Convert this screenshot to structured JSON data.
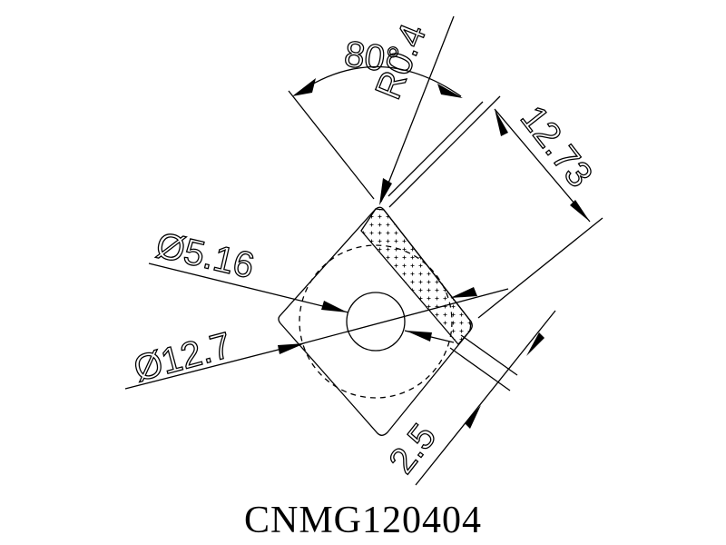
{
  "title": "CNMG120404",
  "dimensions": {
    "angle": "80°",
    "radius": "R0.4",
    "side_length": "12.73",
    "hole_diameter": "Ø5.16",
    "inscribed_diameter": "Ø12.7",
    "thickness": "2.5"
  },
  "colors": {
    "line": "#000000",
    "background": "#ffffff"
  }
}
